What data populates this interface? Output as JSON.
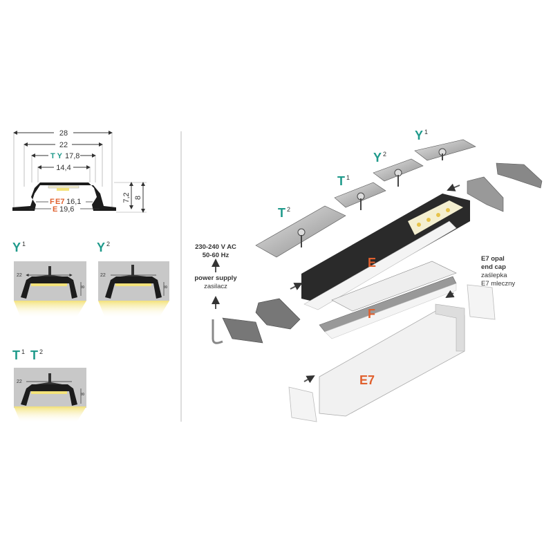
{
  "colors": {
    "teal": "#1f9a8b",
    "orange": "#e0602e",
    "profile": "#1c1c1c",
    "panel": "#c8c8c8",
    "led": "#f3e27a"
  },
  "cross_section": {
    "width_28": "28",
    "width_22": "22",
    "ty_label": "T Y",
    "ty_value": "17,8",
    "width_14": "14,4",
    "fe7_label_f": "F",
    "fe7_label_e7": "E7",
    "fe7_value": "16,1",
    "e_label": "E",
    "e_value": "19,6",
    "height_72": "7,2",
    "height_8": "8"
  },
  "variants": [
    {
      "name": "Y",
      "sup": "1",
      "dim_w": "22",
      "dim_h": "8"
    },
    {
      "name": "Y",
      "sup": "2",
      "dim_w": "22",
      "dim_h": "8"
    },
    {
      "name": "T",
      "sup": "1",
      "name2": "T",
      "sup2": "2",
      "dim_w": "22",
      "dim_h": "8"
    }
  ],
  "exploded": {
    "y1": {
      "name": "Y",
      "sup": "1"
    },
    "y2": {
      "name": "Y",
      "sup": "2"
    },
    "t1": {
      "name": "T",
      "sup": "1"
    },
    "t2": {
      "name": "T",
      "sup": "2"
    },
    "cover_e": "E",
    "cover_f": "F",
    "cover_e7": "E7",
    "voltage": "230-240 V AC",
    "frequency": "50-60 Hz",
    "power_supply": "power supply",
    "power_supply_pl": "zasilacz",
    "endcap_1": "E7 opal",
    "endcap_2": "end cap",
    "endcap_3": "zaślepka",
    "endcap_4": "E7 mleczny"
  }
}
